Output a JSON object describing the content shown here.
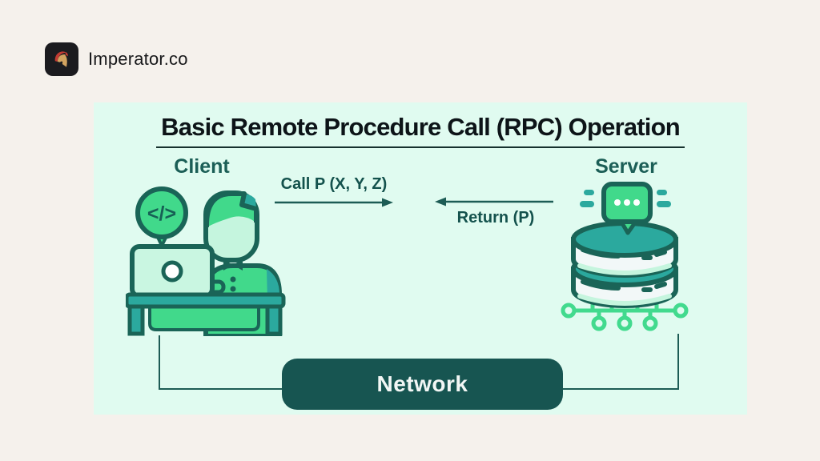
{
  "header": {
    "brand": "Imperator.co",
    "logo_icon": "spartan-helmet-icon"
  },
  "diagram": {
    "title": "Basic Remote Procedure Call (RPC) Operation",
    "client": {
      "label": "Client",
      "code_symbol": "</>",
      "icon": "person-at-laptop-with-code-bubble-icon"
    },
    "server": {
      "label": "Server",
      "icon": "database-stack-with-chat-bubble-icon"
    },
    "call": {
      "label": "Call P (X, Y, Z)",
      "direction": "client-to-server"
    },
    "return": {
      "label": "Return (P)",
      "direction": "server-to-client"
    },
    "network": {
      "label": "Network"
    },
    "colors": {
      "page_background": "#f5f1ec",
      "panel_background": "#e0fbf0",
      "title_text": "#0d1418",
      "node_label_teal": "#1b5e56",
      "arrow_teal": "#1d5c55",
      "network_box": "#175551",
      "network_text": "#f2f7f5",
      "illustration_green": "#41d98b",
      "illustration_teal": "#2ba99e",
      "illustration_outline": "#1a6457",
      "illustration_mint": "#c5f5de",
      "brand_badge": "#1b1b1f",
      "helmet_crest_red": "#c23b33",
      "helmet_gold": "#d2a360"
    }
  }
}
